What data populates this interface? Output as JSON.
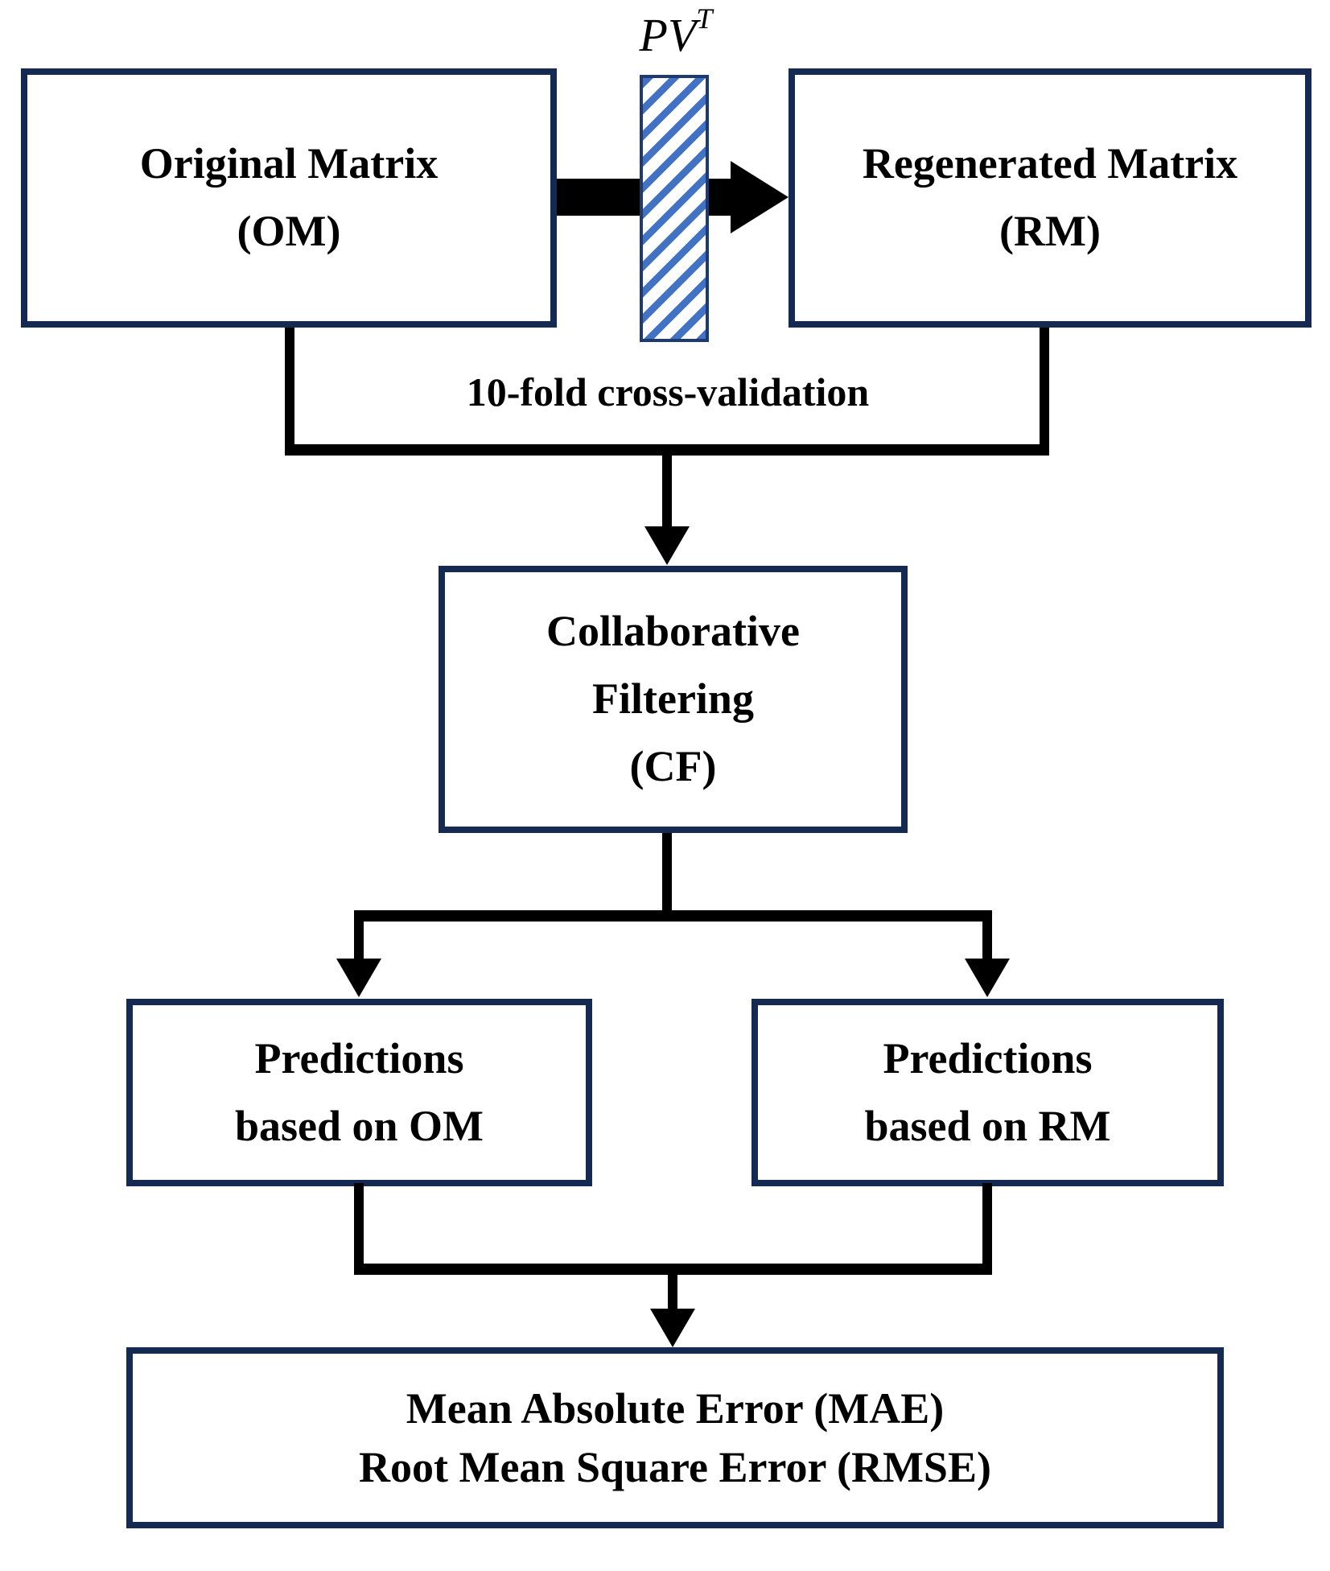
{
  "colors": {
    "border_navy": "#152A52",
    "hatch_blue": "#4272C4",
    "hatch_border": "#1E3A6E",
    "line_black": "#000000",
    "text_black": "#000000",
    "background": "#FFFFFF"
  },
  "nodes": {
    "original_matrix": {
      "lines": [
        "Original Matrix",
        "(OM)"
      ]
    },
    "regenerated_matrix": {
      "lines": [
        "Regenerated Matrix",
        "(RM)"
      ]
    },
    "collaborative_filtering": {
      "lines": [
        "Collaborative",
        "Filtering",
        "(CF)"
      ]
    },
    "predictions_om": {
      "lines": [
        "Predictions",
        "based on OM"
      ]
    },
    "predictions_rm": {
      "lines": [
        "Predictions",
        "based on RM"
      ]
    },
    "error_metrics": {
      "lines": [
        "Mean Absolute Error (MAE)",
        "Root Mean Square Error (RMSE)"
      ]
    }
  },
  "annotations": {
    "transform_label": {
      "base": "PV",
      "superscript": "T"
    },
    "cross_validation": "10-fold cross-validation"
  }
}
